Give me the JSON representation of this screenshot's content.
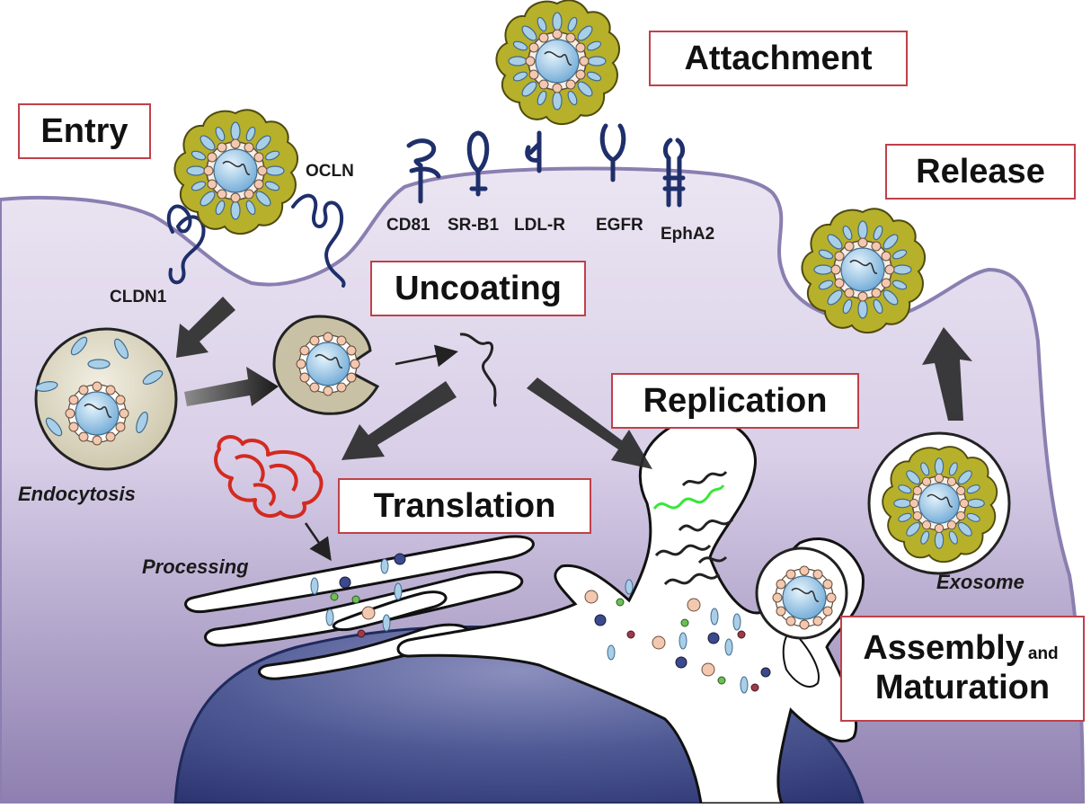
{
  "stages": {
    "entry": "Entry",
    "attachment": "Attachment",
    "release": "Release",
    "uncoating": "Uncoating",
    "replication": "Replication",
    "translation": "Translation",
    "assembly": "Assembly",
    "and_word": "and",
    "maturation": "Maturation"
  },
  "receptors": {
    "oCLN": "OCLN",
    "cldn1": "CLDN1",
    "cd81": "CD81",
    "srb1": "SR-B1",
    "ldlr": "LDL-R",
    "egfr": "EGFR",
    "epha2": "EphA2"
  },
  "processes": {
    "endocytosis": "Endocytosis",
    "processing": "Processing",
    "exosome": "Exosome"
  },
  "colors": {
    "box_border": "#c0404a",
    "membrane": "#8a7fb0",
    "receptor": "#1f2f6b",
    "particle_lipid": "#b8b22a",
    "capsid": "#8fc3e3",
    "rna_new": "#39e639",
    "rna_translation": "#d42a1f"
  }
}
